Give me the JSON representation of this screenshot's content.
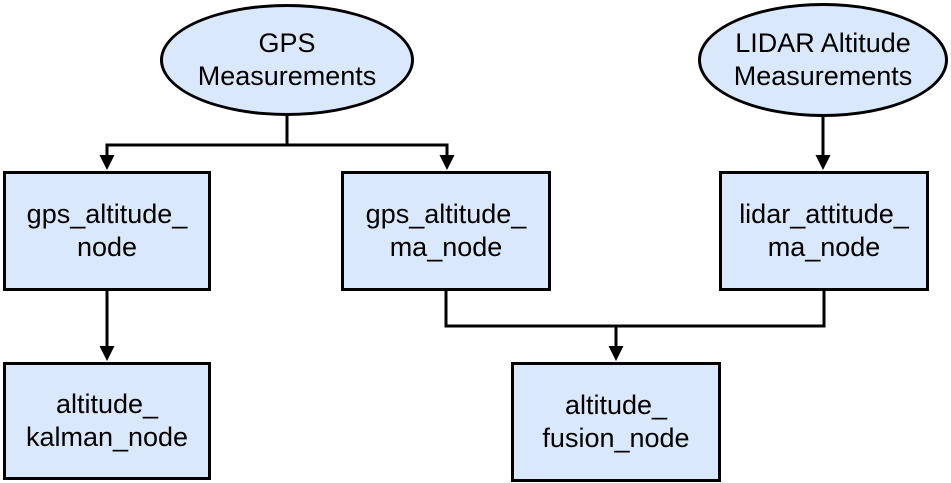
{
  "diagram": {
    "type": "flowchart",
    "description": "ROS-style altitude estimation node graph"
  },
  "colors": {
    "node_fill": "#dae8fc",
    "node_stroke": "#000000",
    "edge_color": "#000000",
    "text_color": "#000000",
    "background": "#ffffff"
  },
  "nodes": {
    "gps_measurements": {
      "label": "GPS\nMeasurements",
      "shape": "ellipse"
    },
    "lidar_measurements": {
      "label": "LIDAR Altitude\nMeasurements",
      "shape": "ellipse"
    },
    "gps_altitude_node": {
      "label": "gps_altitude_\nnode",
      "shape": "rectangle"
    },
    "gps_altitude_ma_node": {
      "label": "gps_altitude_\nma_node",
      "shape": "rectangle"
    },
    "lidar_attitude_ma_node": {
      "label": "lidar_attitude_\nma_node",
      "shape": "rectangle"
    },
    "altitude_kalman_node": {
      "label": "altitude_\nkalman_node",
      "shape": "rectangle"
    },
    "altitude_fusion_node": {
      "label": "altitude_\nfusion_node",
      "shape": "rectangle"
    }
  },
  "edges": [
    {
      "from": "gps_measurements",
      "to": "gps_altitude_node"
    },
    {
      "from": "gps_measurements",
      "to": "gps_altitude_ma_node"
    },
    {
      "from": "lidar_measurements",
      "to": "lidar_attitude_ma_node"
    },
    {
      "from": "gps_altitude_node",
      "to": "altitude_kalman_node"
    },
    {
      "from": "gps_altitude_ma_node",
      "to": "altitude_fusion_node"
    },
    {
      "from": "lidar_attitude_ma_node",
      "to": "altitude_fusion_node"
    }
  ]
}
